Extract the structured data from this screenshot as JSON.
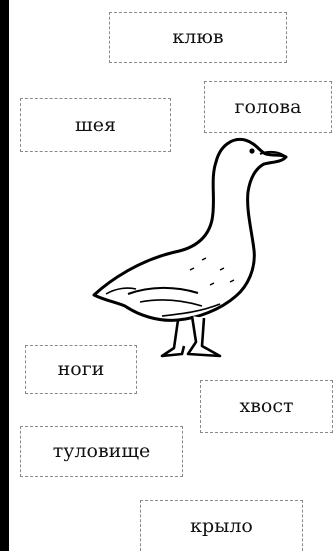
{
  "worksheet": {
    "labels": {
      "beak": "клюв",
      "head": "голова",
      "neck": "шея",
      "legs": "ноги",
      "tail": "хвост",
      "body": "туловище",
      "wing": "крыло"
    },
    "illustration": {
      "icon": "goose-icon",
      "line_color": "#000000"
    },
    "colors": {
      "box_border": "#8a8a8a",
      "text": "#111111",
      "left_strip": "#000000"
    }
  }
}
